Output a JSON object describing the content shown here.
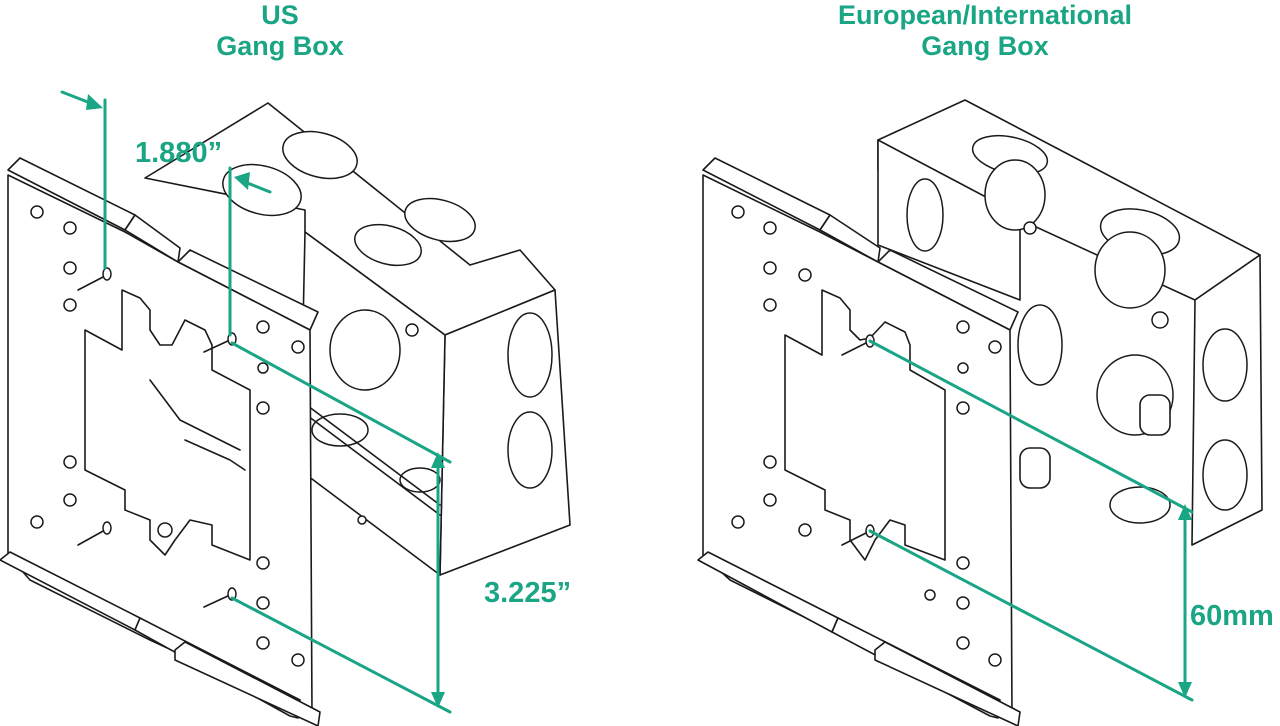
{
  "left": {
    "title_line1": "US",
    "title_line2": "Gang Box",
    "dim_horizontal": "1.880”",
    "dim_vertical": "3.225”"
  },
  "right": {
    "title_line1": "European/International",
    "title_line2": "Gang Box",
    "dim_vertical": "60mm"
  },
  "colors": {
    "accent": "#1aa585",
    "line": "#1a1a1a"
  }
}
